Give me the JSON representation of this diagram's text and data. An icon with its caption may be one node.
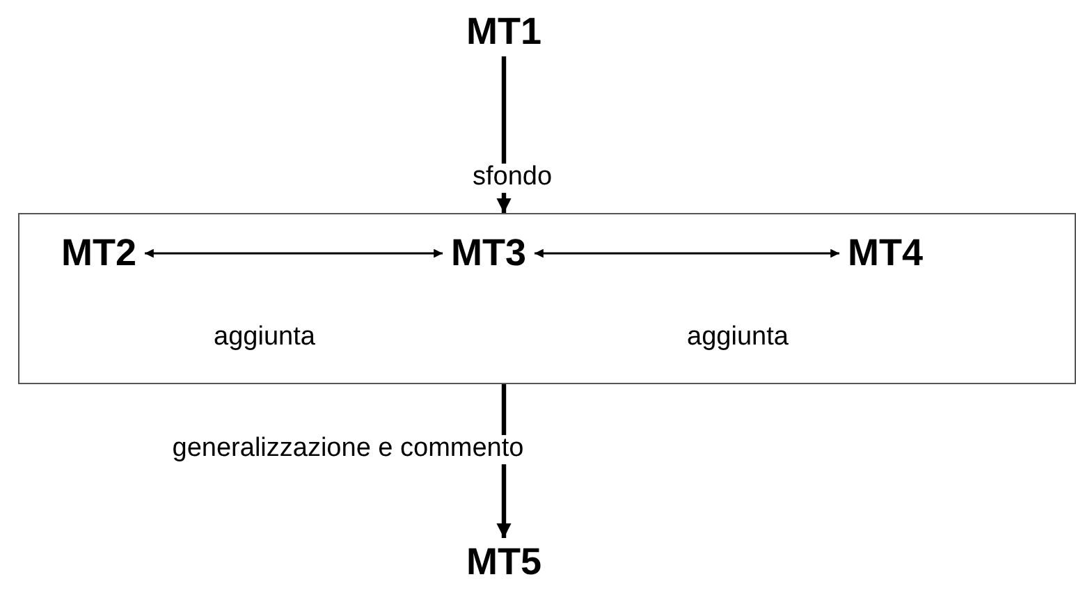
{
  "diagram": {
    "nodes": [
      {
        "text": [
          "MT1"
        ]
      },
      {
        "text": [],
        "shape": "box"
      },
      {
        "text": [
          "MT2"
        ],
        "in": 1
      },
      {
        "text": [
          "MT3"
        ],
        "in": 1
      },
      {
        "text": [
          "MT4"
        ],
        "in": 1
      },
      {
        "text": [
          "MT5"
        ]
      }
    ],
    "edges": [
      {
        "from": 0,
        "to": 1,
        "arrow": "to",
        "label": "sfondo",
        "style": "thick"
      },
      {
        "from": 2,
        "to": 3,
        "arrow": "both",
        "label": "aggiunta"
      },
      {
        "from": 3,
        "to": 4,
        "arrow": "both",
        "label": "aggiunta"
      },
      {
        "from": 1,
        "to": 5,
        "arrow": "to",
        "label": "generalizzazione e commento",
        "style": "thick"
      }
    ]
  }
}
